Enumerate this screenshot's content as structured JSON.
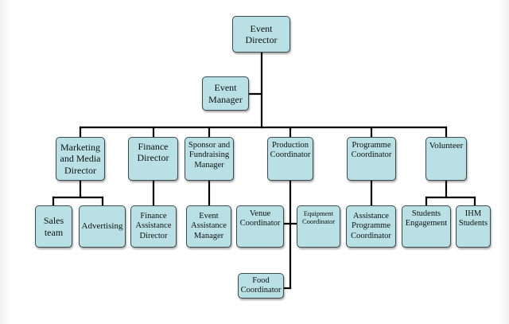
{
  "nodes": {
    "event_director": "Event\nDirector",
    "event_manager": "Event\nManager",
    "marketing_media_director": "Marketing\nand Media\nDirector",
    "finance_director": "Finance\nDirector",
    "sponsor_fundraising_manager": "Sponsor and\nFundraising\nManager",
    "production_coordinator": "Production\nCoordinator",
    "programme_coordinator": "Programme\nCoordinator",
    "volunteer": "Volunteer",
    "sales_team": "Sales\nteam",
    "advertising": "Advertising",
    "finance_assistance_director": "Finance\nAssistance\nDirector",
    "event_assistance_manager": "Event\nAssistance\nManager",
    "venue_coordinator": "Venue\nCoordinator",
    "equipment_coordinator": "Equipment\nCoordinator",
    "assistance_programme_coordinator": "Assistance\nProgramme\nCoordinator",
    "students_engagement": "Students\nEngagement",
    "ihm_students": "IHM\nStudents",
    "food_coordinator": "Food\nCoordinator"
  },
  "colors": {
    "box_fill": "#b9e0e4",
    "box_border": "#3b4c50",
    "connector": "#000000"
  }
}
